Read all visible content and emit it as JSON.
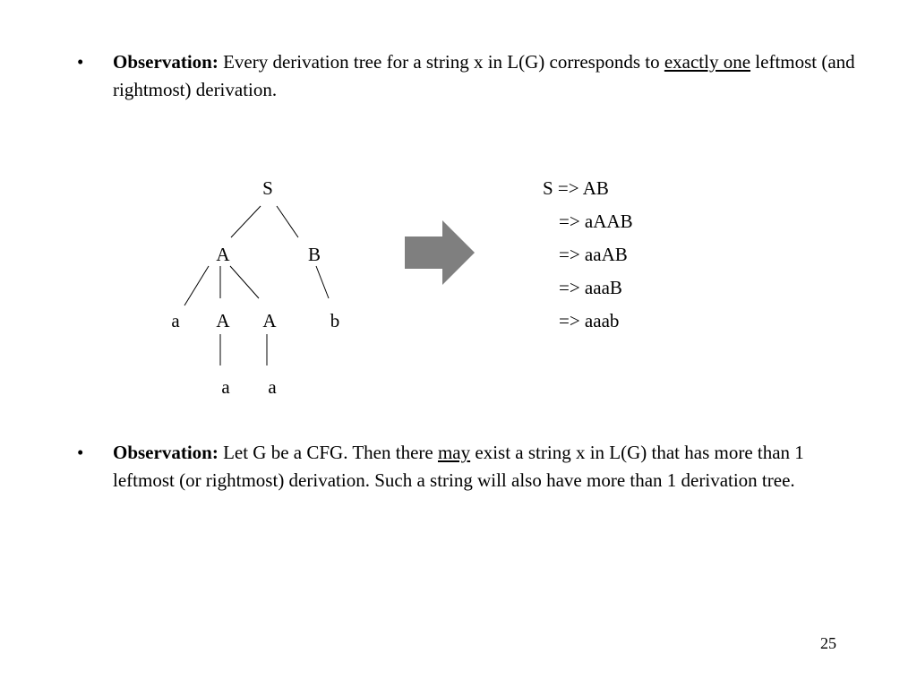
{
  "bullets": [
    {
      "marker": "•",
      "label": "Observation:",
      "text_before": " Every derivation tree for a string x in L(G) corresponds to ",
      "underlined": "exactly one",
      "text_after": " leftmost (and rightmost) derivation."
    },
    {
      "marker": "•",
      "label": "Observation:",
      "text_before": " Let G be a CFG. Then there ",
      "underlined": "may",
      "text_after": " exist a string x in L(G) that has more than 1 leftmost (or rightmost) derivation. Such a string will also have more than 1 derivation tree."
    }
  ],
  "tree": {
    "nodes": {
      "S": "S",
      "A1": "A",
      "B": "B",
      "a1": "a",
      "A2": "A",
      "A3": "A",
      "b": "b",
      "a2": "a",
      "a3": "a"
    }
  },
  "arrow_icon": "right-arrow-icon",
  "arrow_color": "#7f7f7f",
  "derivation": [
    "S => AB",
    "=> aAAB",
    "=> aaAB",
    "=> aaaB",
    "=> aaab"
  ],
  "page_number": "25"
}
